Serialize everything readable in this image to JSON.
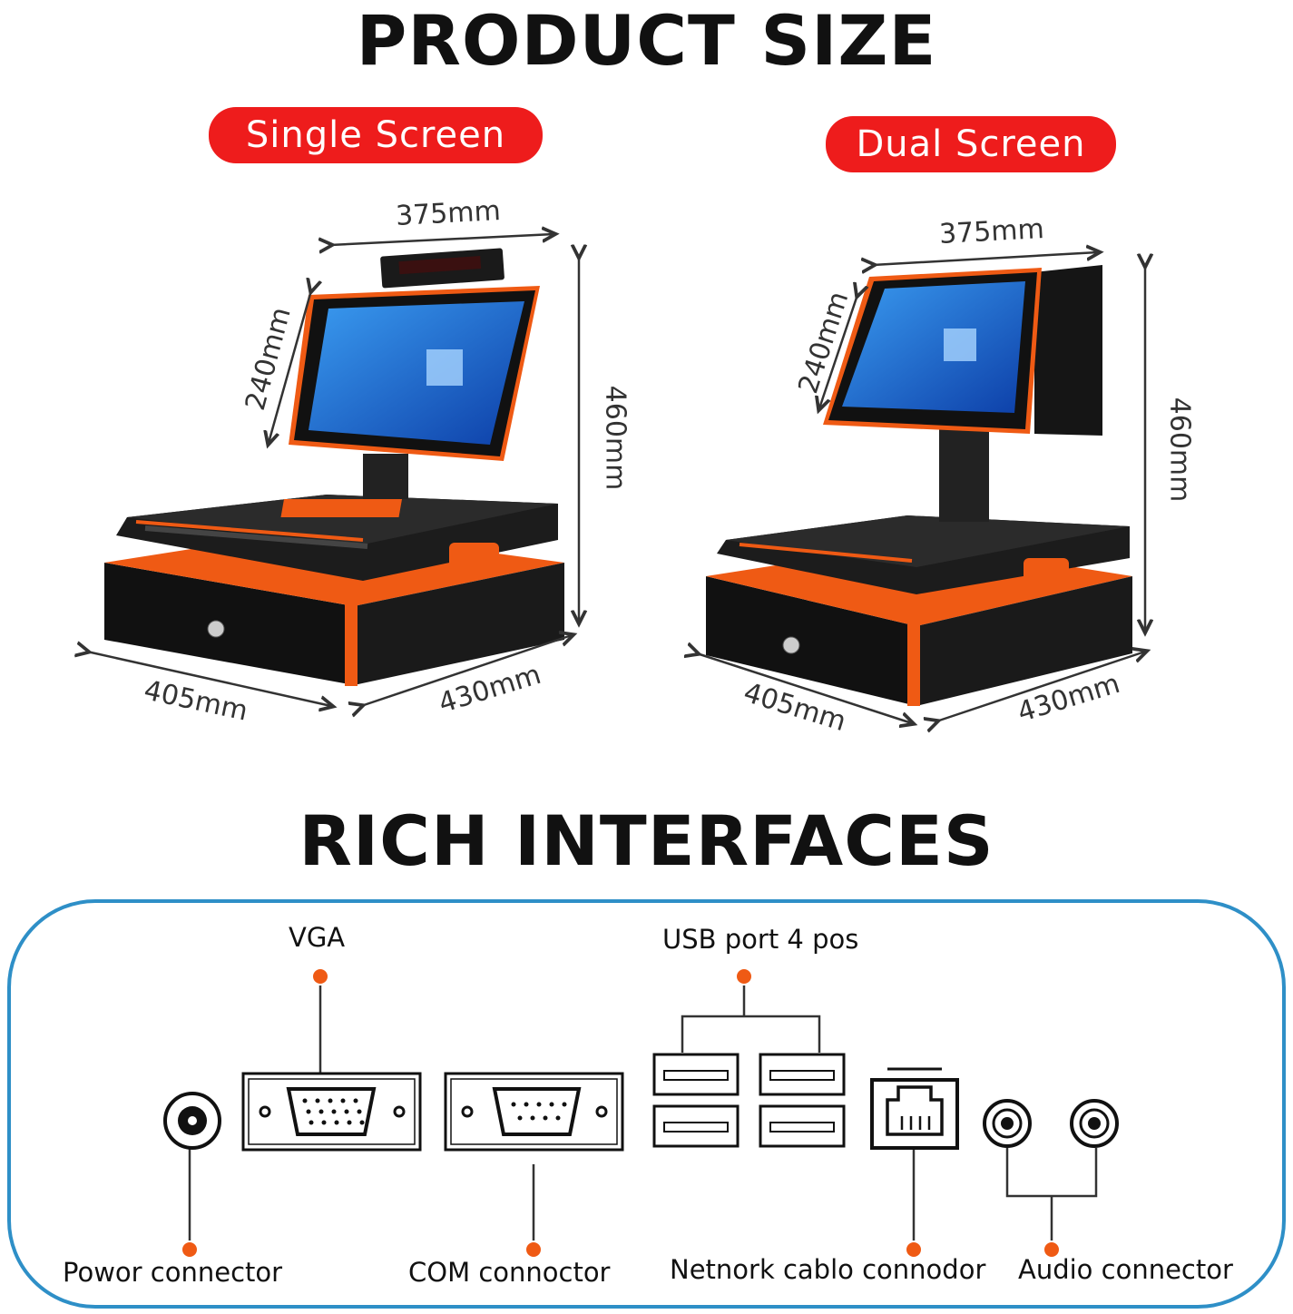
{
  "product_size": {
    "title": "PRODUCT SIZE",
    "single": {
      "label": "Single Screen",
      "width": "375mm",
      "screen_height": "240mm",
      "total_height": "460mm",
      "depth": "405mm",
      "length": "430mm"
    },
    "dual": {
      "label": "Dual Screen",
      "width": "375mm",
      "screen_height": "240mm",
      "total_height": "460mm",
      "depth": "405mm",
      "length": "430mm"
    }
  },
  "interfaces": {
    "title": "RICH INTERFACES",
    "top_labels": {
      "vga": "VGA",
      "usb": "USB port 4 pos"
    },
    "bottom_labels": {
      "power": "Powor connector",
      "com": "COM connoctor",
      "network": "Netnork cablo connodor",
      "audio": "Audio connector"
    }
  },
  "colors": {
    "accent_red": "#ee1c1c",
    "accent_orange": "#ef5a14",
    "frame_blue": "#2e8fc7",
    "screen_blue": "#1f62c9"
  }
}
